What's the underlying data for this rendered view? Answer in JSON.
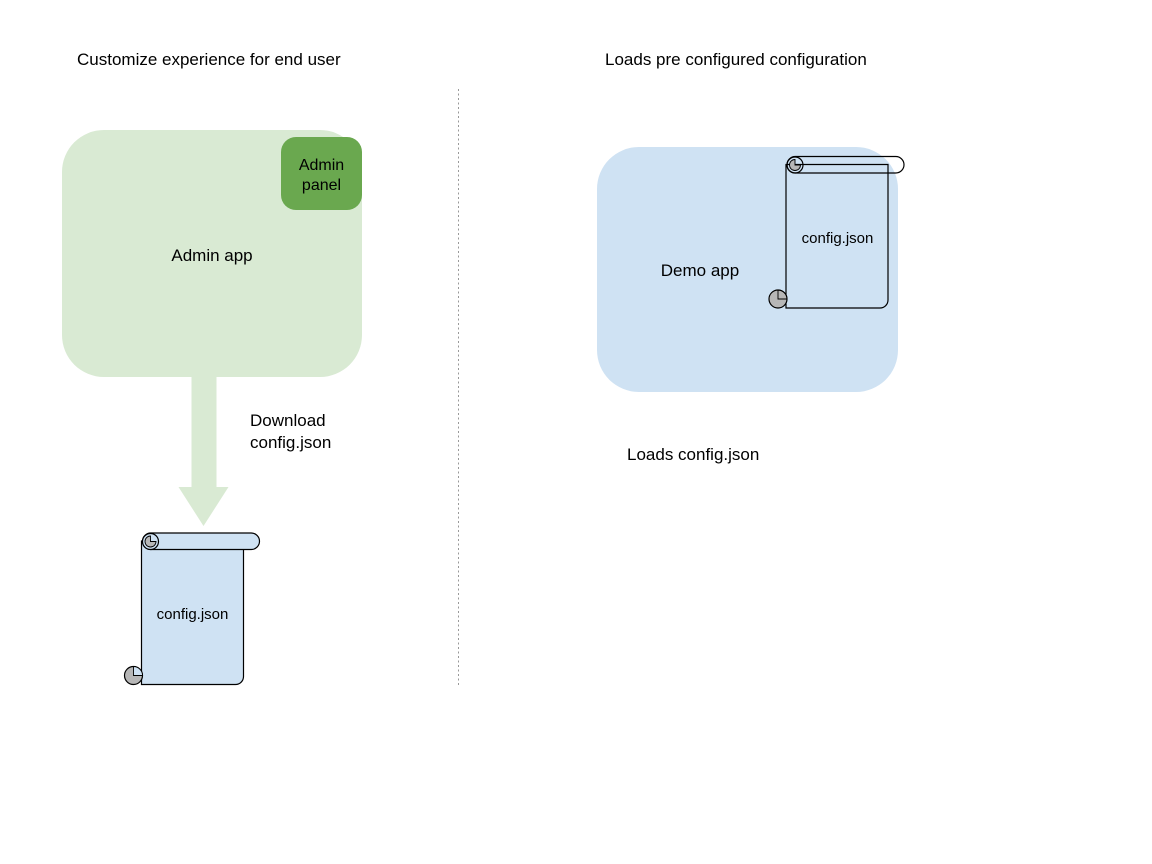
{
  "left": {
    "title": "Customize experience for end user",
    "app_label": "Admin app",
    "panel_label": "Admin panel",
    "arrow_caption": "Download config.json",
    "scroll_label": "config.json"
  },
  "right": {
    "title": "Loads pre configured configuration",
    "app_label": "Demo app",
    "scroll_label": "config.json",
    "caption": "Loads config.json"
  },
  "colors": {
    "admin_app_fill": "#d9ead3",
    "admin_panel_fill": "#6aa84f",
    "arrow_fill": "#d9ead3",
    "demo_app_fill": "#cfe2f3",
    "scroll_fill": "#cfe2f3",
    "scroll_stroke": "#000000",
    "scroll_curl_fill": "#b7b7b7",
    "divider_color": "#999999",
    "text_color": "#000000"
  }
}
